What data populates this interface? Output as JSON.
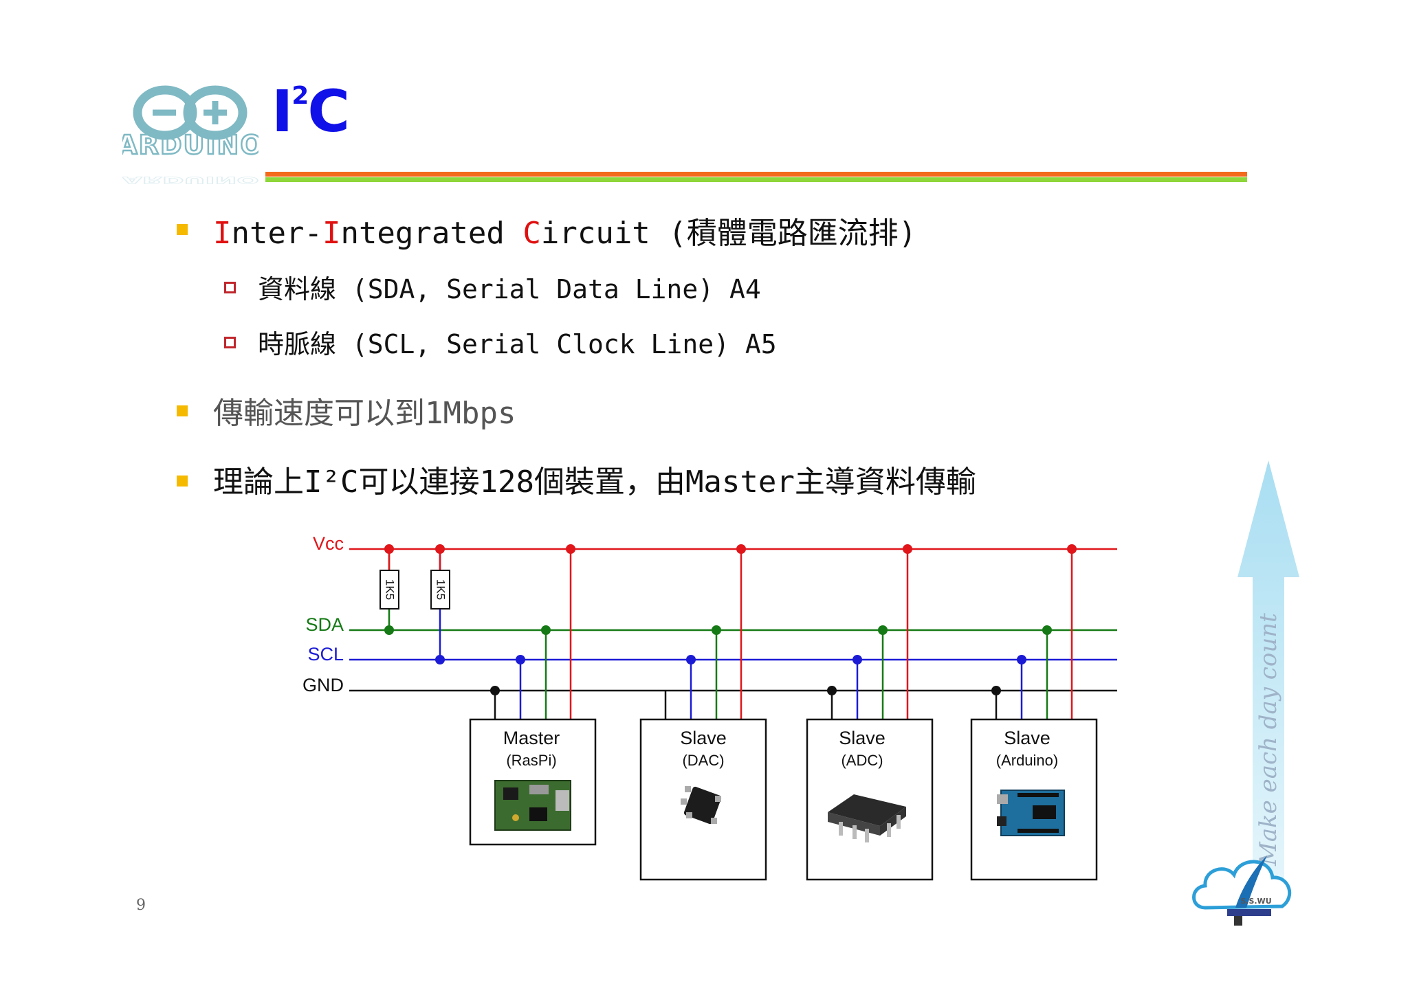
{
  "logo": {
    "text": "ARDUINO"
  },
  "title": {
    "main": "I",
    "sup": "2",
    "tail": "C"
  },
  "bullets": {
    "l1": {
      "p1": "I",
      "p2": "nter-",
      "p3": "I",
      "p4": "ntegrated ",
      "p5": "C",
      "p6": "ircuit (積體電路匯流排)"
    },
    "l2": "資料線 (SDA, Serial Data Line) A4",
    "l3": "時脈線 (SCL, Serial Clock Line) A5",
    "l4": {
      "cjk": "傳輸速度可以到",
      "rate": "1Mbps"
    },
    "l5": "理論上I²C可以連接128個裝置，由Master主導資料傳輸"
  },
  "diagram": {
    "rails": {
      "vcc": "Vcc",
      "sda": "SDA",
      "scl": "SCL",
      "gnd": "GND"
    },
    "resistors": [
      "1K5",
      "1K5"
    ],
    "devices": [
      {
        "role": "Master",
        "sub": "(RasPi)"
      },
      {
        "role": "Slave",
        "sub": "(DAC)"
      },
      {
        "role": "Slave",
        "sub": "(ADC)"
      },
      {
        "role": "Slave",
        "sub": "(Arduino)"
      }
    ],
    "colors": {
      "vcc": "#e0161b",
      "sda": "#157a15",
      "scl": "#1b1bd6",
      "gnd": "#111111"
    }
  },
  "decor": {
    "arrow_text": "Make each day count",
    "badge_text": "S.S.WU"
  },
  "page_number": "9"
}
